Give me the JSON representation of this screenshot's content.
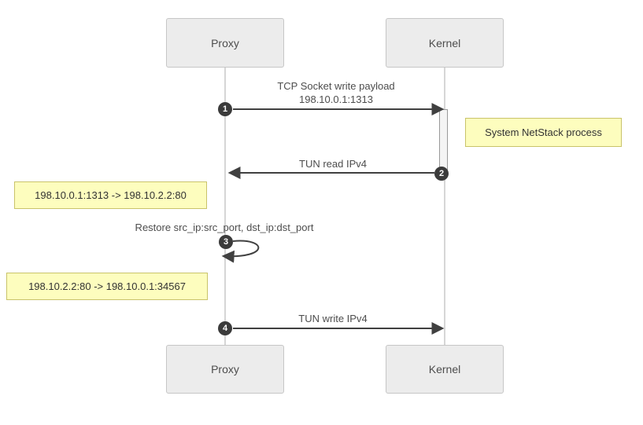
{
  "diagram": {
    "type": "sequence",
    "participants": [
      {
        "id": "proxy",
        "label": "Proxy"
      },
      {
        "id": "kernel",
        "label": "Kernel"
      }
    ],
    "messages": [
      {
        "seq": "1",
        "from": "Proxy",
        "to": "Kernel",
        "text_line1": "TCP Socket write payload",
        "text_line2": "198.10.0.1:1313"
      },
      {
        "seq": "2",
        "from": "Kernel",
        "to": "Proxy",
        "text": "TUN read IPv4"
      },
      {
        "seq": "3",
        "from": "Proxy",
        "to": "Proxy",
        "text": "Restore src_ip:src_port, dst_ip:dst_port",
        "self_message": true
      },
      {
        "seq": "4",
        "from": "Proxy",
        "to": "Kernel",
        "text": "TUN write IPv4"
      }
    ],
    "notes": [
      {
        "text": "System NetStack process",
        "position": "right-of-kernel"
      },
      {
        "text": "198.10.0.1:1313 -> 198.10.2.2:80",
        "position": "left-of-proxy"
      },
      {
        "text": "198.10.2.2:80 -> 198.10.0.1:34567",
        "position": "left-of-proxy"
      }
    ],
    "activation": {
      "lifeline": "kernel",
      "from_seq": "1",
      "to_seq": "2"
    },
    "colors": {
      "background": "#ffffff",
      "note_fill": "#fdfdbe",
      "note_border": "#c9c36a",
      "actor_fill": "#ececec",
      "actor_border": "#c6c6c6",
      "lifeline": "#d6d6d6",
      "arrow": "#404040",
      "text": "#4d4d4d",
      "badge_bg": "#3b3b3b",
      "badge_text": "#ffffff",
      "activation_fill": "#f4f4f4",
      "activation_border": "#999999"
    }
  }
}
